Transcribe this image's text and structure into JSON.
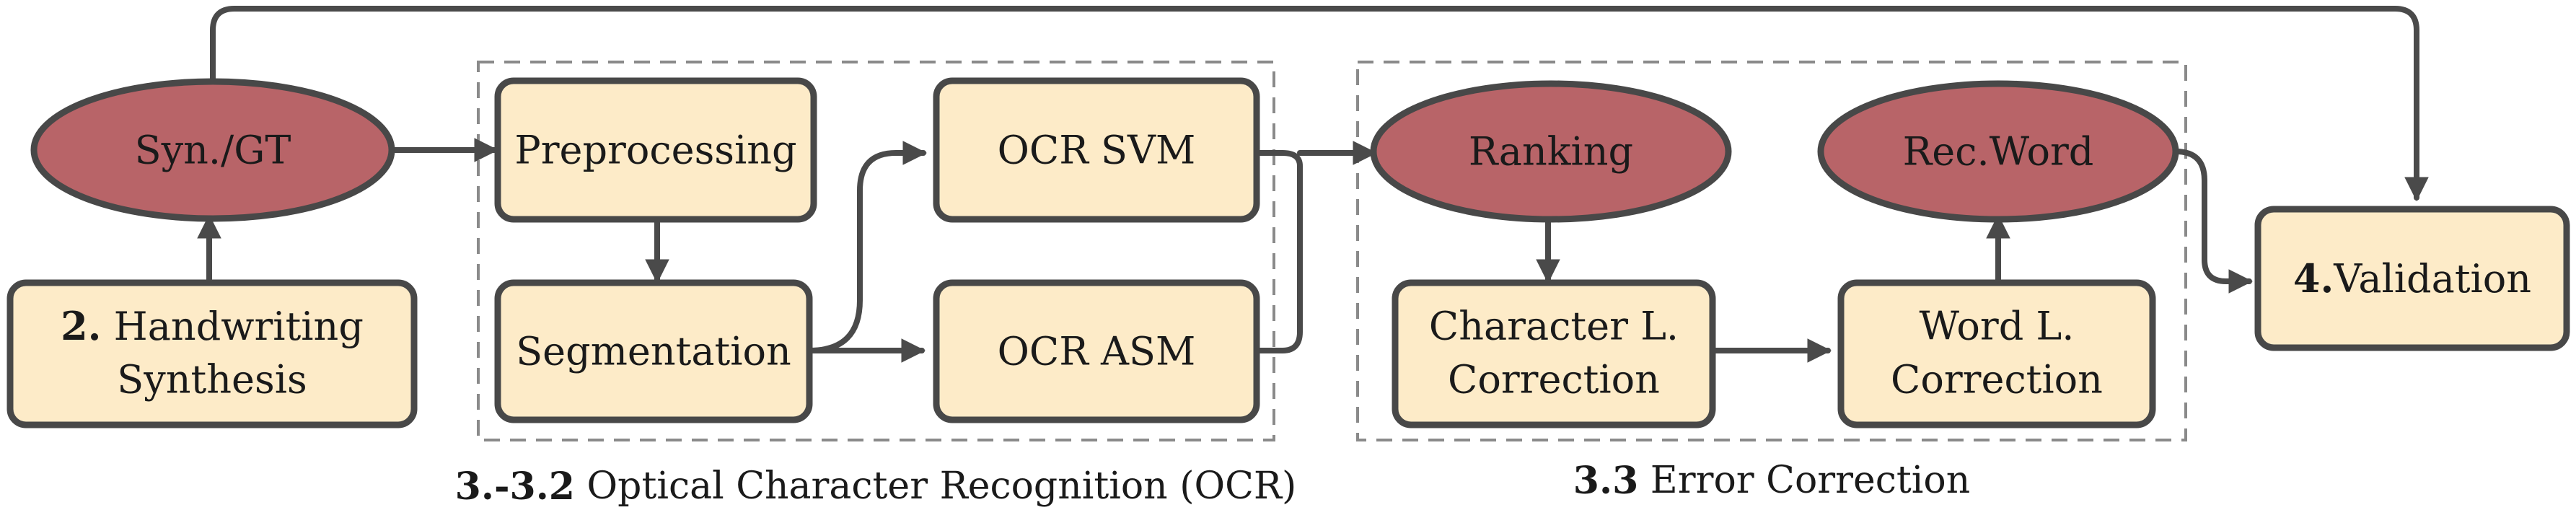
{
  "nodes": {
    "syn_gt": {
      "label": "Syn./GT"
    },
    "handwriting": {
      "line1_bold": "2.",
      "line1_rest": " Handwriting",
      "line2": "Synthesis"
    },
    "preprocessing": {
      "label": "Preprocessing"
    },
    "segmentation": {
      "label": "Segmentation"
    },
    "ocr_svm": {
      "label": "OCR SVM"
    },
    "ocr_asm": {
      "label": "OCR ASM"
    },
    "ranking": {
      "label": "Ranking"
    },
    "rec_word": {
      "label": "Rec.Word"
    },
    "char_correction": {
      "line1": "Character L.",
      "line2": "Correction"
    },
    "word_correction": {
      "line1": "Word L.",
      "line2": "Correction"
    },
    "validation": {
      "bold": "4.",
      "rest": "Validation"
    }
  },
  "groups": {
    "ocr": {
      "bold": "3.-3.2",
      "rest": " Optical Character Recognition (OCR)"
    },
    "error_correction": {
      "bold": "3.3",
      "rest": " Error Correction"
    }
  },
  "colors": {
    "box_fill": "#fdebc8",
    "ellipse_fill": "#b86468",
    "stroke": "#484848",
    "group_border": "#8a8a8a"
  }
}
